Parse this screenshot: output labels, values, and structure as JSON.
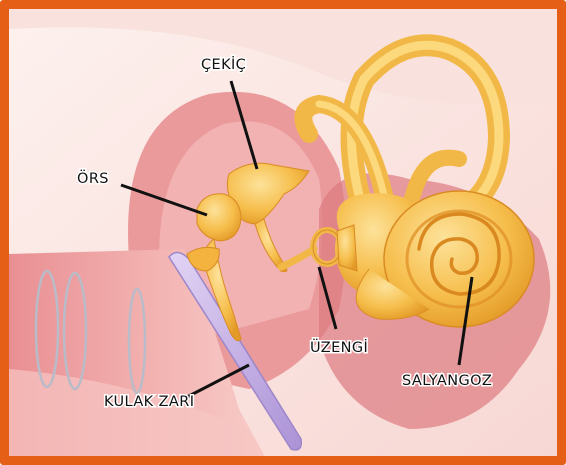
{
  "labels": {
    "cekic": "ÇEKİÇ",
    "ors": "ÖRS",
    "uzengi": "ÜZENGİ",
    "kulak_zari": "KULAK ZARI",
    "salyangoz": "SALYANGOZ"
  },
  "colors": {
    "border": "#e55f16",
    "bone": "#f7c04e",
    "bone_shade": "#e49a26",
    "tissue": "#f2b7b3",
    "tissue_dark": "#d9626a",
    "eardrum": "#c8b3e6"
  }
}
